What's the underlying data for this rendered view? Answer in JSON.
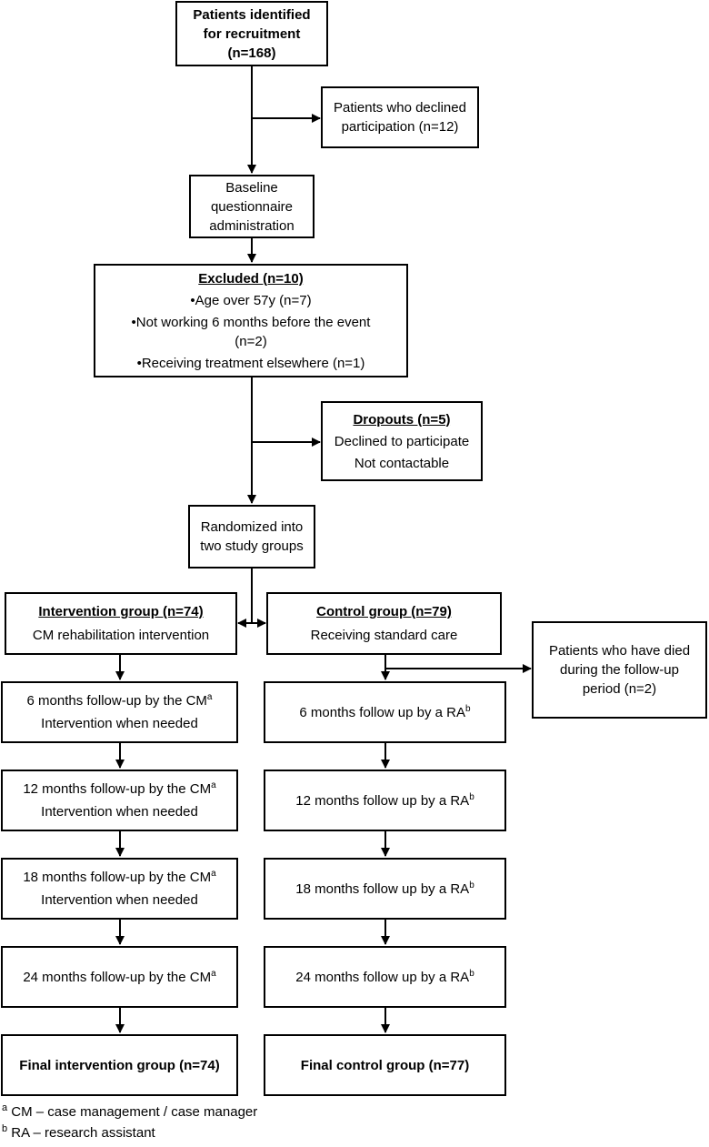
{
  "recruitment": {
    "line1": "Patients identified",
    "line2": "for recruitment",
    "line3": "(n=168)"
  },
  "declined": {
    "line1": "Patients who declined",
    "line2": "participation (n=12)"
  },
  "baseline": {
    "line1": "Baseline",
    "line2": "questionnaire",
    "line3": "administration"
  },
  "excluded": {
    "title": "Excluded (n=10)",
    "item1": "•Age over 57y (n=7)",
    "item2": "•Not working 6 months before the event",
    "item2b": "(n=2)",
    "item3": "•Receiving treatment elsewhere (n=1)"
  },
  "dropouts": {
    "title": "Dropouts (n=5)",
    "item1": "Declined to participate",
    "item2": "Not contactable"
  },
  "randomized": {
    "line1": "Randomized into",
    "line2": "two study groups"
  },
  "intervention": {
    "title": "Intervention group (n=74)",
    "subtitle": "CM rehabilitation intervention",
    "followups": [
      {
        "text": "6 months follow-up by the CM",
        "sup": "a",
        "sub": "Intervention when needed"
      },
      {
        "text": "12 months follow-up by the CM",
        "sup": "a",
        "sub": "Intervention when needed"
      },
      {
        "text": "18 months follow-up by the CM",
        "sup": "a",
        "sub": "Intervention when needed"
      },
      {
        "text": "24 months follow-up by the CM",
        "sup": "a"
      }
    ],
    "final": "Final intervention group (n=74)"
  },
  "control": {
    "title": "Control group (n=79)",
    "subtitle": "Receiving standard care",
    "followups": [
      {
        "text": "6 months follow up by a RA",
        "sup": "b"
      },
      {
        "text": "12 months follow up by a RA",
        "sup": "b"
      },
      {
        "text": "18 months follow up by a RA",
        "sup": "b"
      },
      {
        "text": "24 months follow up by a RA",
        "sup": "b"
      }
    ],
    "final": "Final control group (n=77)"
  },
  "died": {
    "line1": "Patients who have died",
    "line2": "during the follow-up",
    "line3": "period (n=2)"
  },
  "footnotes": [
    {
      "sup": "a",
      "text": " CM – case management / case manager"
    },
    {
      "sup": "b",
      "text": " RA – research assistant"
    }
  ]
}
